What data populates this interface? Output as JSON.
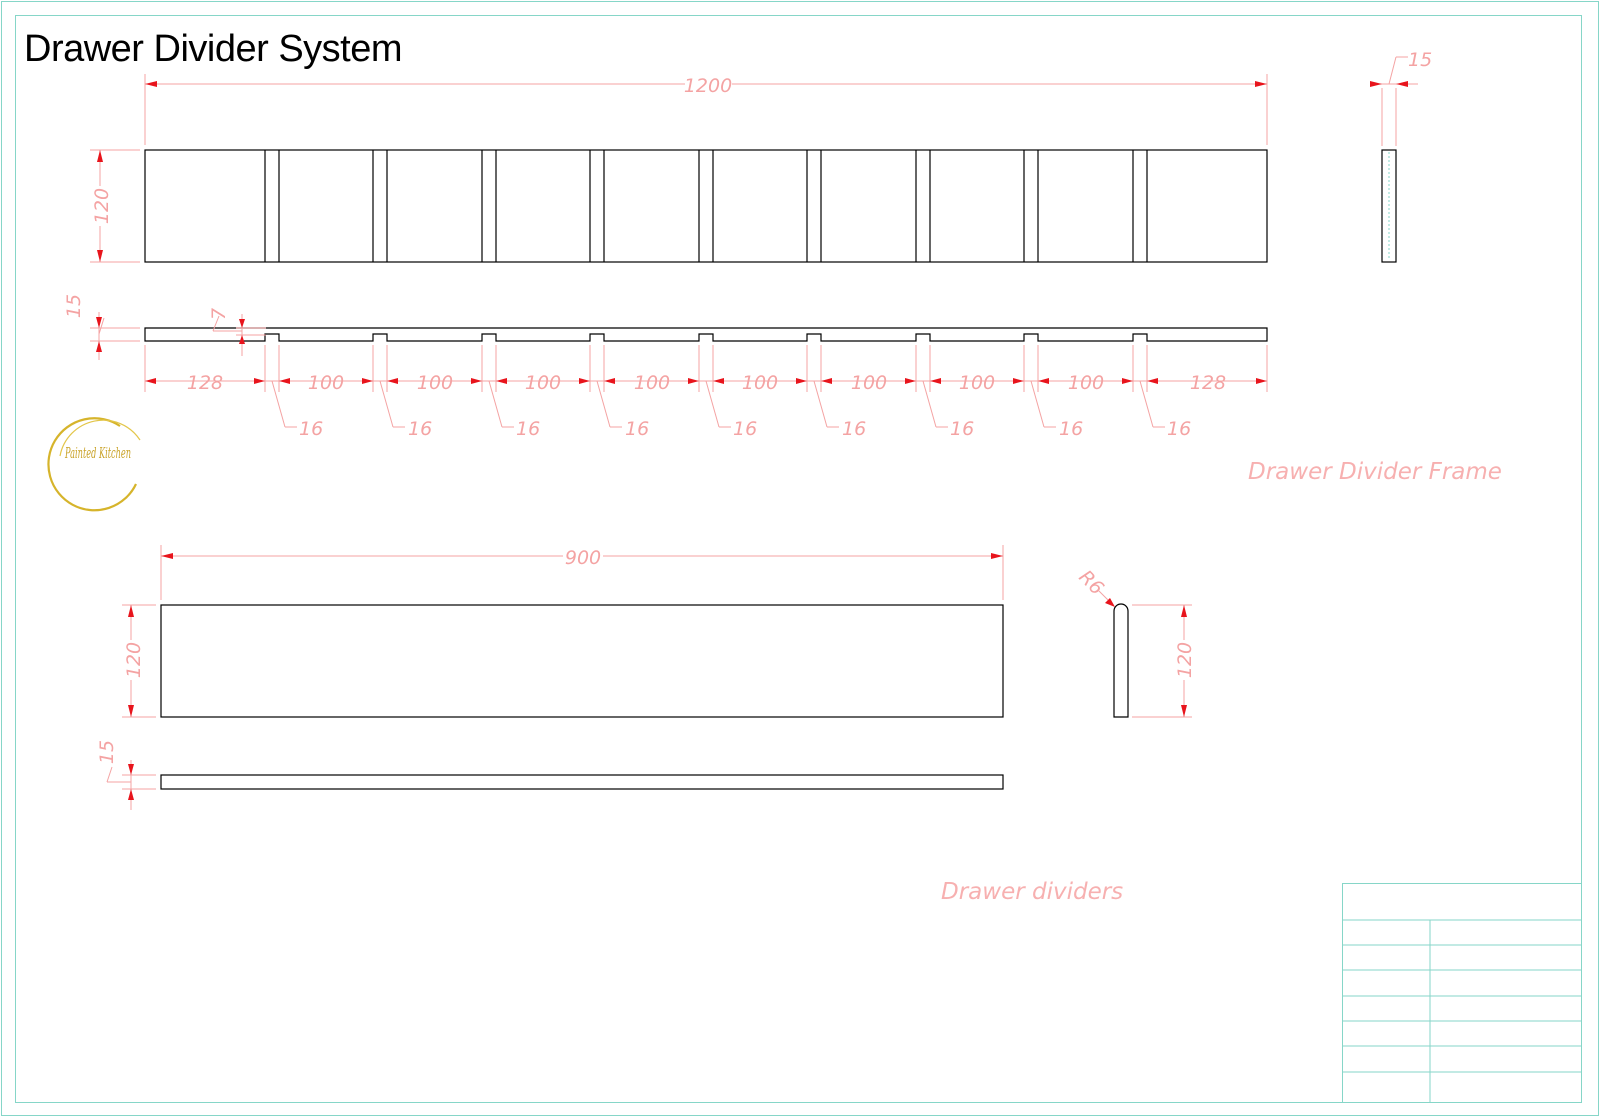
{
  "title": "Drawer Divider System",
  "logo": {
    "text": "Painted Kitchen"
  },
  "colors": {
    "dimension": "#f4a3a3",
    "arrow": "#e8141c",
    "border": "#86d6c8",
    "logo_gold": "#d6b42b"
  },
  "frame_view": {
    "overall_length": "1200",
    "height": "120",
    "thickness": "15",
    "edge_thickness": "15",
    "slot_depth": "7",
    "end_spacing_left": "128",
    "end_spacing_right": "128",
    "spacings": [
      "100",
      "100",
      "100",
      "100",
      "100",
      "100",
      "100",
      "100"
    ],
    "slot_widths": [
      "16",
      "16",
      "16",
      "16",
      "16",
      "16",
      "16",
      "16",
      "16"
    ],
    "label": "Drawer Divider Frame"
  },
  "divider_view": {
    "length": "900",
    "height": "120",
    "thickness": "15",
    "edge_height": "120",
    "radius": "R6",
    "label": "Drawer dividers"
  }
}
